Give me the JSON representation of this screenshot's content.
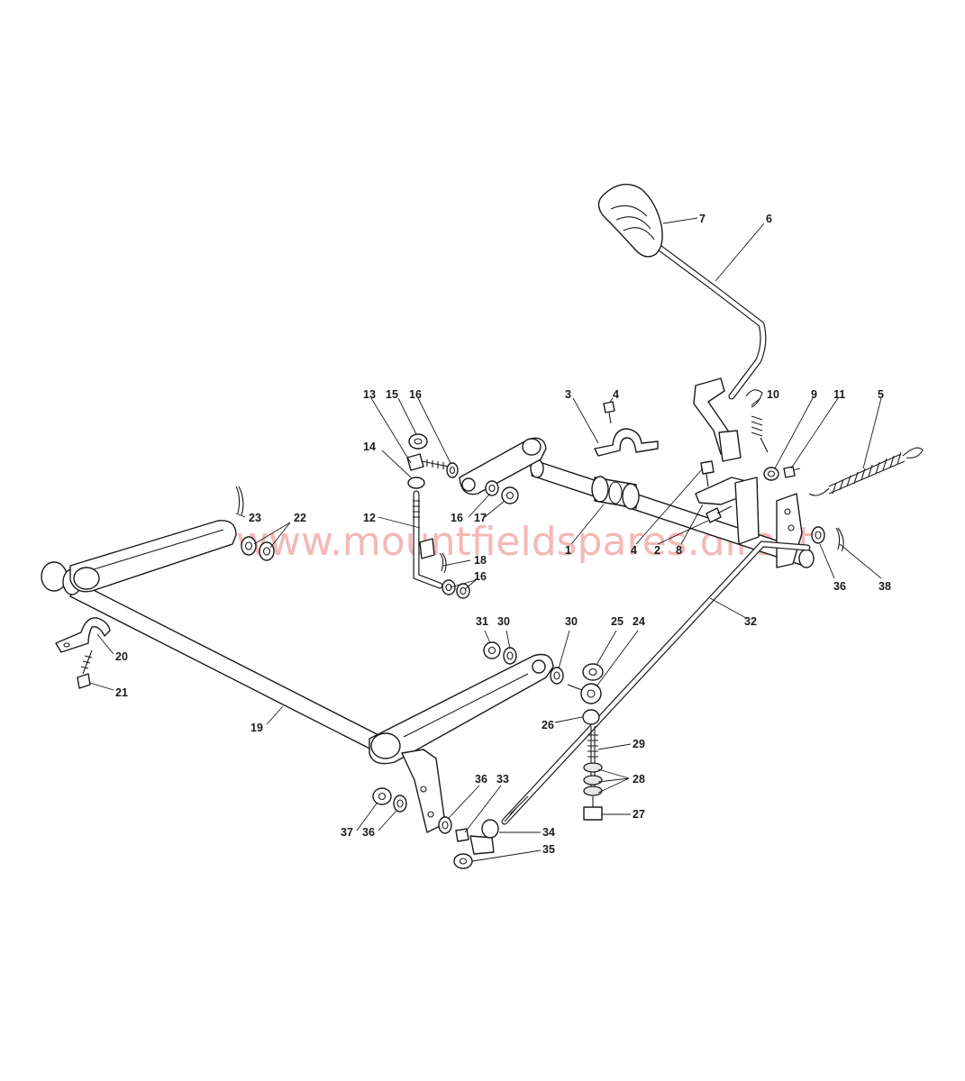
{
  "diagram": {
    "watermark": "www.mountfieldspares.direct",
    "callouts": [
      "7",
      "6",
      "13",
      "15",
      "16",
      "3",
      "4",
      "10",
      "9",
      "11",
      "5",
      "14",
      "12",
      "23",
      "22",
      "16",
      "17",
      "18",
      "16",
      "1",
      "4",
      "2",
      "8",
      "36",
      "38",
      "32",
      "31",
      "30",
      "30",
      "25",
      "24",
      "20",
      "21",
      "19",
      "26",
      "29",
      "28",
      "27",
      "37",
      "36",
      "36",
      "33",
      "34",
      "35"
    ]
  }
}
